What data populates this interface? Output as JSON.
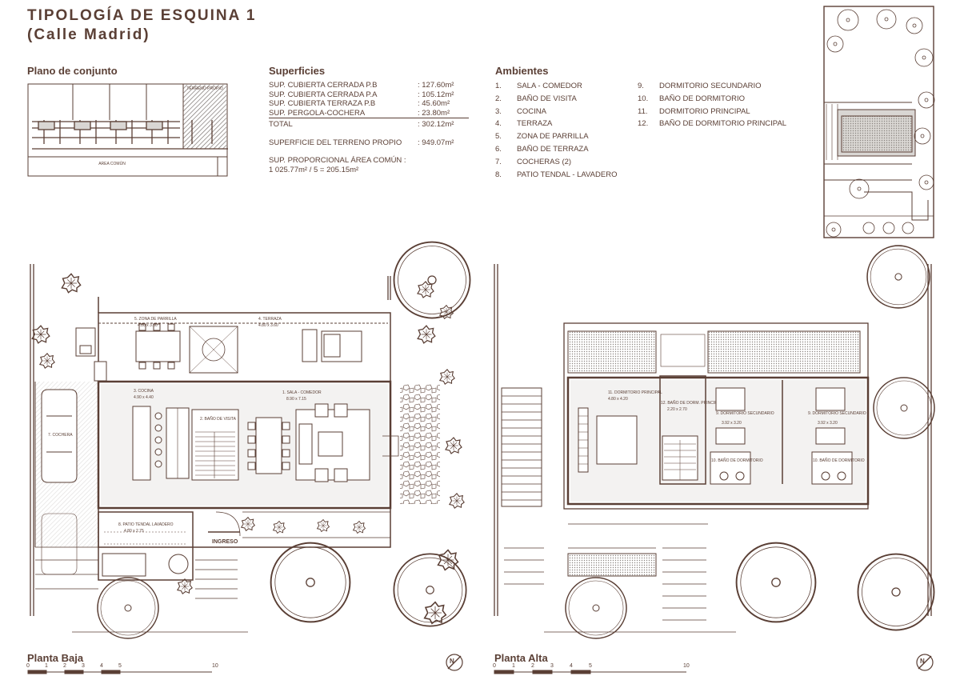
{
  "title": {
    "line1": "TIPOLOGÍA DE ESQUINA 1",
    "line2": "(Calle Madrid)"
  },
  "plano_conjunto": {
    "heading": "Plano de conjunto",
    "area_label": "AREA COMÚN",
    "terreno_label": "TERRENO PROPIO"
  },
  "superficies": {
    "heading": "Superficies",
    "rows": [
      {
        "label": "SUP. CUBIERTA  CERRADA P.B",
        "value": ": 127.60m²"
      },
      {
        "label": "SUP. CUBIERTA  CERRADA P.A",
        "value": ": 105.12m²"
      },
      {
        "label": "SUP. CUBIERTA TERRAZA P.B",
        "value": ":   45.60m²"
      },
      {
        "label": "SUP. PERGOLA-COCHERA",
        "value": ":   23.80m²"
      }
    ],
    "total": {
      "label": "TOTAL",
      "value": ": 302.12m²"
    },
    "terreno": {
      "label": "SUPERFICIE DEL TERRENO PROPIO",
      "value": ": 949.07m²"
    },
    "proporcional_1": "SUP. PROPORCIONAL ÁREA COMÚN :",
    "proporcional_2": "1 025.77m² / 5 = 205.15m²"
  },
  "ambientes": {
    "heading": "Ambientes",
    "col1": [
      {
        "n": "1.",
        "t": "SALA - COMEDOR"
      },
      {
        "n": "2.",
        "t": "BAÑO DE VISITA"
      },
      {
        "n": "3.",
        "t": "COCINA"
      },
      {
        "n": "4.",
        "t": "TERRAZA"
      },
      {
        "n": "5.",
        "t": "ZONA DE PARRILLA"
      },
      {
        "n": "6.",
        "t": "BAÑO DE TERRAZA"
      },
      {
        "n": "7.",
        "t": "COCHERAS (2)"
      },
      {
        "n": "8.",
        "t": "PATIO TENDAL - LAVADERO"
      }
    ],
    "col2": [
      {
        "n": "9.",
        "t": "DORMITORIO SECUNDARIO"
      },
      {
        "n": "10.",
        "t": "BAÑO DE DORMITORIO"
      },
      {
        "n": "11.",
        "t": "DORMITORIO PRINCIPAL"
      },
      {
        "n": "12.",
        "t": "BAÑO DE DORMITORIO PRINCIPAL"
      }
    ]
  },
  "planta_baja": {
    "label": "Planta Baja",
    "ingreso": "INGRESO",
    "rooms": {
      "parrilla": "5. ZONA DE PARRILLA",
      "parrilla_dim": "4.80 x 3.60",
      "terraza": "4. TERRAZA",
      "terraza_dim": "4.80 x 3.60",
      "cocina": "3. COCINA",
      "cocina_dim": "4.90 x 4.40",
      "sala": "1. SALA - COMEDOR",
      "sala_dim": "8.90 x 7.15",
      "bano_visita": "2. BAÑO DE VISITA",
      "patio": "8. PATIO TENDAL LAVADERO",
      "patio_dim": "4.80 x 2.75",
      "cochera": "7. COCHERA"
    }
  },
  "planta_alta": {
    "label": "Planta Alta",
    "rooms": {
      "dorm_principal": "11. DORMITORIO PRINCIPAL",
      "dorm_principal_dim": "4.80 x 4.20",
      "bano_principal": "12. BAÑO DE DORM. PRINCIPAL",
      "bano_principal_dim": "2.20 x 2.70",
      "dorm_sec_1": "9. DORMITORIO SECUNDARIO",
      "dorm_sec_1_dim": "3.92 x 3.20",
      "dorm_sec_2": "9. DORMITORIO SECUNDARIO",
      "dorm_sec_2_dim": "3.92 x 3.20",
      "bano_dorm_1": "10. BAÑO DE DORMITORIO",
      "bano_dorm_2": "10. BAÑO DE DORMITORIO"
    }
  },
  "scale": {
    "ticks": [
      "0",
      "1",
      "2",
      "3",
      "4",
      "5",
      "10"
    ]
  },
  "north": "N",
  "colors": {
    "line": "#5a3f35",
    "hatch": "#7a7370",
    "fill_gray": "#e9e8e6"
  }
}
